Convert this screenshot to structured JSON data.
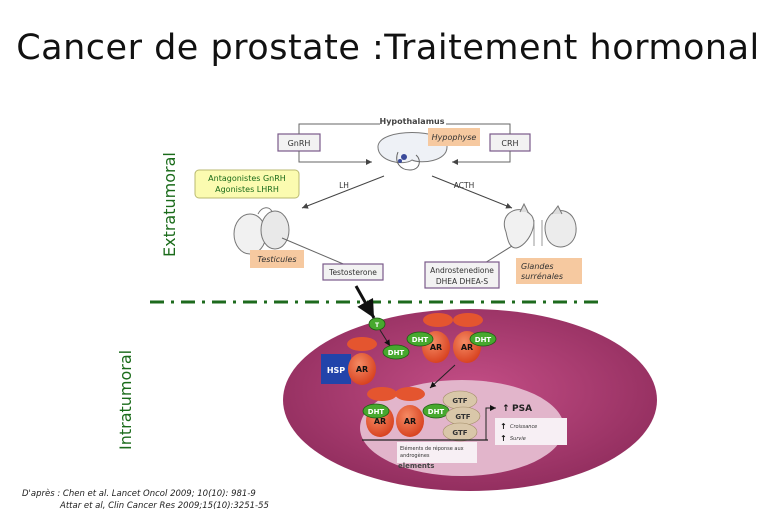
{
  "title": "Cancer de prostate :Traitement hormonal",
  "labels": {
    "extratumoral": "Extratumoral",
    "intratumoral": "Intratumoral"
  },
  "axis_nodes": {
    "hypothalamus": "Hypothalamus",
    "hypophyse": "Hypophyse",
    "gnrh": "GnRH",
    "crh": "CRH",
    "lh": "LH",
    "acth": "ACTH",
    "testosterone": "Testosterone",
    "androstenedione_line1": "Androstenedione",
    "androstenedione_line2": "DHEA DHEA-S",
    "testicules": "Testicules",
    "glandes_line1": "Glandes",
    "glandes_line2": "surrénales",
    "antagonistes_line1": "Antagonistes GnRH",
    "antagonistes_line2": "Agonistes LHRH"
  },
  "cell": {
    "t": "T",
    "dht": "DHT",
    "ar": "AR",
    "hsp": "HSP",
    "gtf": "GTF",
    "psa": "PSA",
    "croissance": "Croissance",
    "survie": "Survie",
    "elements_line1": "Eléments de réponse aux",
    "elements_line2": "androgènes",
    "elements_word": "elements"
  },
  "references": {
    "line1": "D'après : Chen   et al. Lancet Oncol 2009; 10(10): 981-9",
    "line2": "Attar et al, Clin Cancer Res 2009;15(10):3251-55"
  },
  "colors": {
    "green_text": "#1a6b1a",
    "orange_label": "#f6c9a0",
    "yellow_box": "#fbfbb0",
    "cell_outer": "#b03a72",
    "cell_inner": "#e2b5cb",
    "ar_red": "#e4552f",
    "dht_green": "#47a82e",
    "hsp_blue": "#2244aa",
    "gtf_tan": "#d9c7a9",
    "divider_green": "#1d6a1d"
  }
}
